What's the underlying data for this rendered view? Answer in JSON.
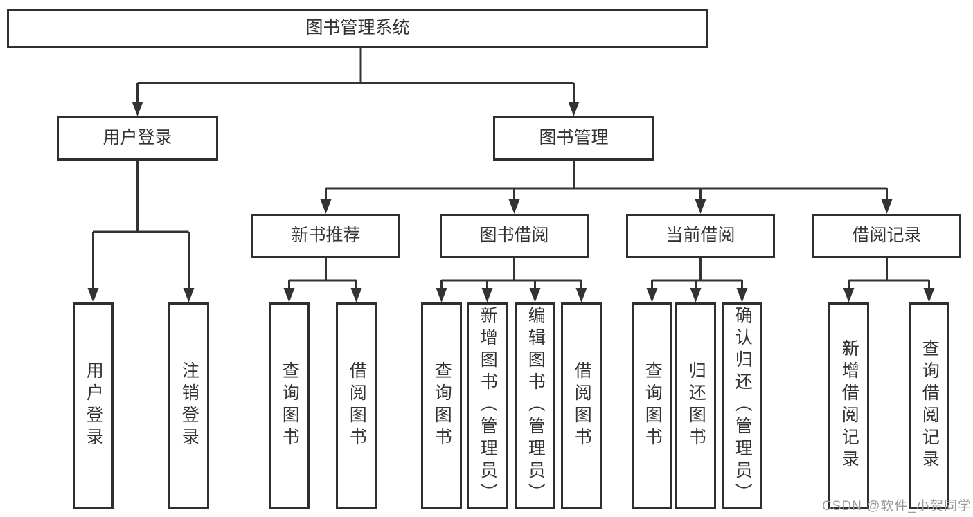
{
  "diagram": {
    "title": "图书管理系统",
    "branches": {
      "user_login": {
        "label": "用户登录",
        "children": [
          "用户登录",
          "注销登录"
        ]
      },
      "book_management": {
        "label": "图书管理",
        "children": {
          "new_book_recommend": {
            "label": "新书推荐",
            "children": [
              "查询图书",
              "借阅图书"
            ]
          },
          "book_borrow": {
            "label": "图书借阅",
            "children": [
              "查询图书",
              "新增图书（管理员）",
              "编辑图书（管理员）",
              "借阅图书"
            ]
          },
          "current_borrow": {
            "label": "当前借阅",
            "children": [
              "查询图书",
              "归还图书",
              "确认归还（管理员）"
            ]
          },
          "borrow_records": {
            "label": "借阅记录",
            "children": [
              "新增借阅记录",
              "查询借阅记录"
            ]
          }
        }
      }
    }
  },
  "watermark": {
    "text": "CSDN @软件_小贺同学"
  },
  "colors": {
    "line": "#333333",
    "box_border": "#2f2f2f",
    "text": "#333333",
    "watermark": "#9b9b9b",
    "background": "#ffffff"
  }
}
